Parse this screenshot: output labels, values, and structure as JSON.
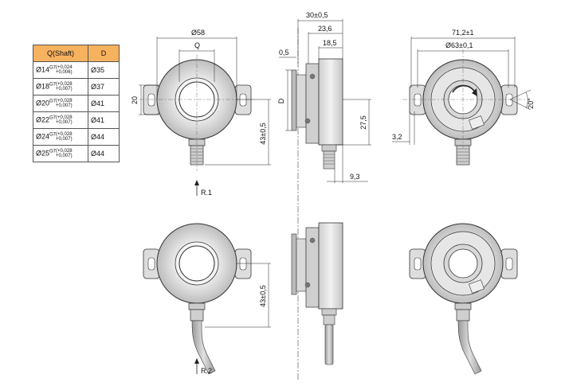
{
  "table": {
    "header": {
      "shaft": "Q(Shaft)",
      "d": "D"
    },
    "rows": [
      {
        "size": "Ø14",
        "fit": "G7",
        "tol_upper": "+0,024",
        "tol_lower": "+0,006",
        "d": "Ø35"
      },
      {
        "size": "Ø18",
        "fit": "G7",
        "tol_upper": "+0,028",
        "tol_lower": "+0,007",
        "d": "Ø37"
      },
      {
        "size": "Ø20",
        "fit": "G7",
        "tol_upper": "+0,028",
        "tol_lower": "+0,007",
        "d": "Ø41"
      },
      {
        "size": "Ø22",
        "fit": "G7",
        "tol_upper": "+0,028",
        "tol_lower": "+0,007",
        "d": "Ø41"
      },
      {
        "size": "Ø24",
        "fit": "G7",
        "tol_upper": "+0,028",
        "tol_lower": "+0,007",
        "d": "Ø44"
      },
      {
        "size": "Ø25",
        "fit": "G7",
        "tol_upper": "+0,028",
        "tol_lower": "+0,007",
        "d": "Ø44"
      }
    ]
  },
  "dimensions": {
    "dia58": "Ø58",
    "q": "Q",
    "h20": "20",
    "h43_top": "43±0,5",
    "w30": "30±0,5",
    "w23": "23,6",
    "w18": "18,5",
    "t05": "0,5",
    "d_side": "D",
    "h27": "27,5",
    "w9": "9,3",
    "w71": "71,2±1",
    "dia63": "Ø63±0,1",
    "angle": "20°",
    "w32": "3,2",
    "h43_bottom": "43±0,5"
  },
  "views": {
    "r1": "R.1",
    "r2": "R.2"
  }
}
